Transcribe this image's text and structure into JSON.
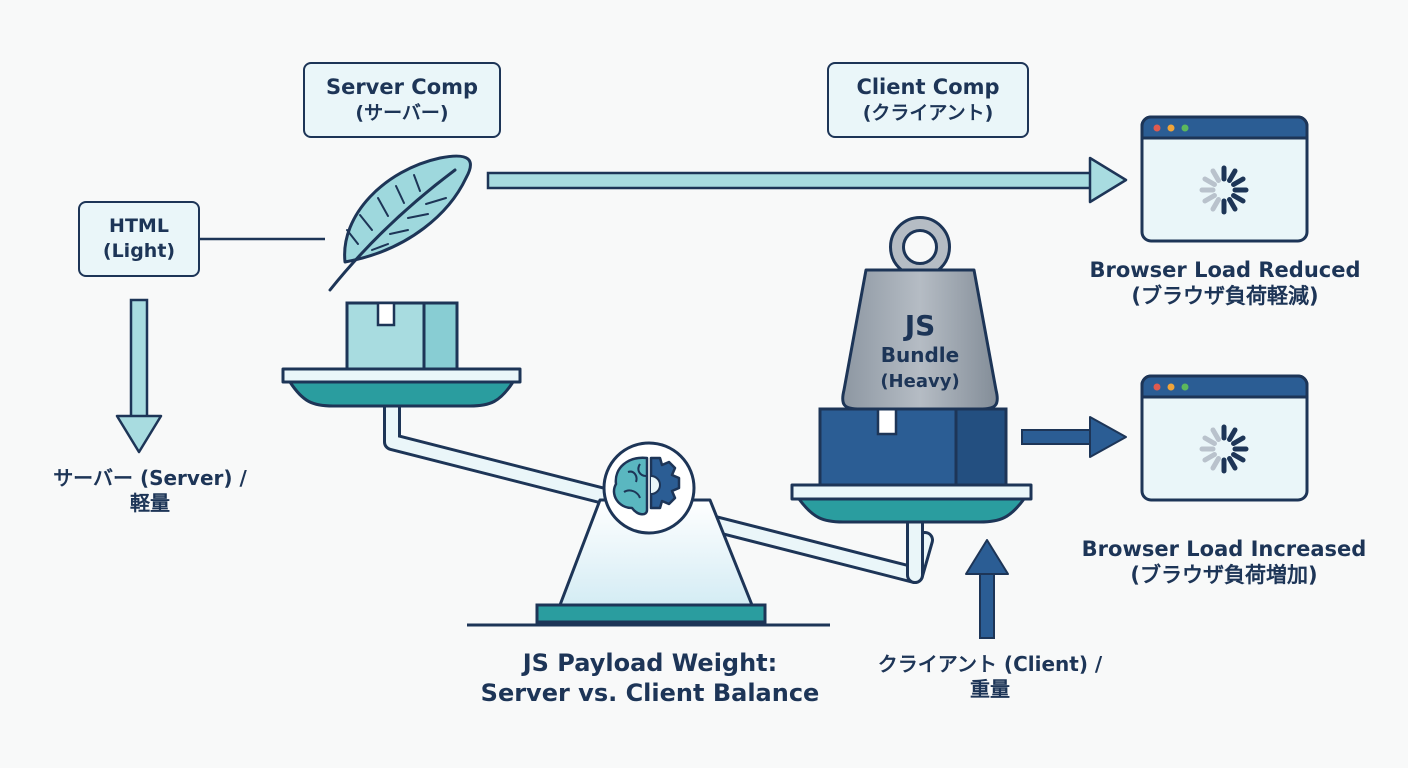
{
  "labels": {
    "server_comp": {
      "line1": "Server Comp",
      "line2": "(サーバー)"
    },
    "client_comp": {
      "line1": "Client Comp",
      "line2": "(クライアント)"
    },
    "html_light": {
      "line1": "HTML",
      "line2": "(Light)"
    },
    "server_light": {
      "line1": "サーバー (Server) /",
      "line2": "軽量"
    },
    "js_bundle": {
      "line1": "JS",
      "line2": "Bundle",
      "line3": "(Heavy)"
    },
    "browser_reduced": {
      "line1": "Browser Load Reduced",
      "line2": "(ブラウザ負荷軽減)"
    },
    "browser_increased": {
      "line1": "Browser Load Increased",
      "line2": "(ブラウザ負荷増加)"
    },
    "caption": {
      "line1": "JS Payload Weight:",
      "line2": "Server vs. Client Balance"
    },
    "client_heavy": {
      "line1": "クライアント (Client) /",
      "line2": "重量"
    }
  },
  "icons": {
    "feather": "feather-icon",
    "weight": "weight-icon",
    "browser": "browser-window-icon",
    "spinner": "loading-spinner-icon",
    "brain_gear": "brain-gear-icon",
    "box": "package-box-icon"
  },
  "colors": {
    "navy": "#1d3557",
    "teal": "#2a9d9f",
    "light_teal": "#a8dce0",
    "blue": "#2b5d94",
    "light_bg": "#eaf6f9",
    "gray_weight": "#9aa3ad",
    "dot_red": "#e05a4f",
    "dot_orange": "#f0a43a",
    "dot_green": "#5cb85c"
  }
}
